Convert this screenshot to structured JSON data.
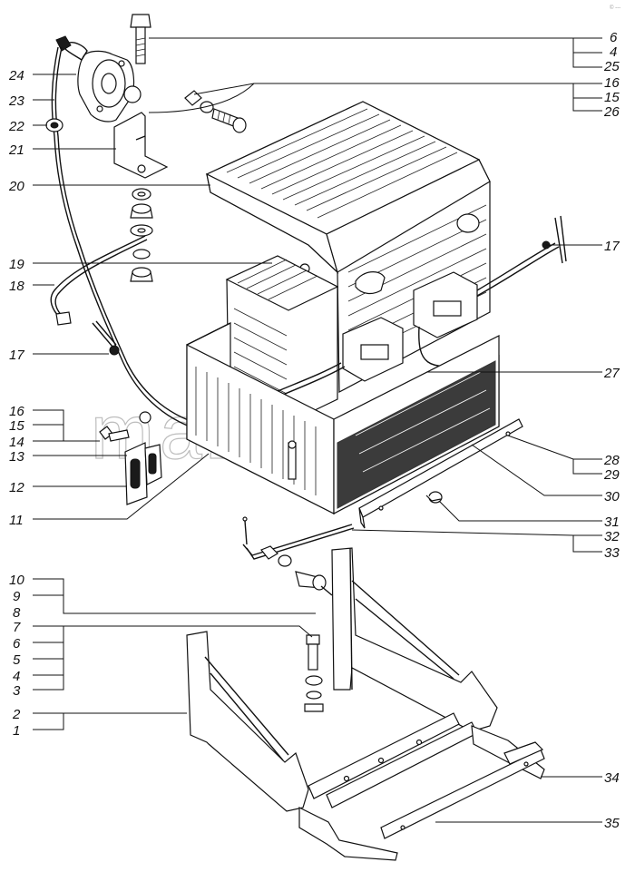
{
  "watermark": "mazifoy",
  "corner_mark": "© ---",
  "callouts": {
    "left": [
      {
        "id": "c24",
        "label": "24"
      },
      {
        "id": "c23",
        "label": "23"
      },
      {
        "id": "c22",
        "label": "22"
      },
      {
        "id": "c21",
        "label": "21"
      },
      {
        "id": "c20",
        "label": "20"
      },
      {
        "id": "c19",
        "label": "19"
      },
      {
        "id": "c18",
        "label": "18"
      },
      {
        "id": "c17l",
        "label": "17"
      },
      {
        "id": "c16l",
        "label": "16"
      },
      {
        "id": "c15l",
        "label": "15"
      },
      {
        "id": "c14",
        "label": "14"
      },
      {
        "id": "c13",
        "label": "13"
      },
      {
        "id": "c12",
        "label": "12"
      },
      {
        "id": "c11",
        "label": "11"
      },
      {
        "id": "c10",
        "label": "10"
      },
      {
        "id": "c9",
        "label": "9"
      },
      {
        "id": "c8",
        "label": "8"
      },
      {
        "id": "c7",
        "label": "7"
      },
      {
        "id": "c6l",
        "label": "6"
      },
      {
        "id": "c5",
        "label": "5"
      },
      {
        "id": "c4l",
        "label": "4"
      },
      {
        "id": "c3",
        "label": "3"
      },
      {
        "id": "c2",
        "label": "2"
      },
      {
        "id": "c1",
        "label": "1"
      }
    ],
    "right": [
      {
        "id": "c6r",
        "label": "6"
      },
      {
        "id": "c4r",
        "label": "4"
      },
      {
        "id": "c25",
        "label": "25"
      },
      {
        "id": "c16r",
        "label": "16"
      },
      {
        "id": "c15r",
        "label": "15"
      },
      {
        "id": "c26",
        "label": "26"
      },
      {
        "id": "c17r",
        "label": "17"
      },
      {
        "id": "c27",
        "label": "27"
      },
      {
        "id": "c28",
        "label": "28"
      },
      {
        "id": "c29",
        "label": "29"
      },
      {
        "id": "c30",
        "label": "30"
      },
      {
        "id": "c31",
        "label": "31"
      },
      {
        "id": "c32",
        "label": "32"
      },
      {
        "id": "c33",
        "label": "33"
      },
      {
        "id": "c34",
        "label": "34"
      },
      {
        "id": "c35",
        "label": "35"
      }
    ]
  }
}
